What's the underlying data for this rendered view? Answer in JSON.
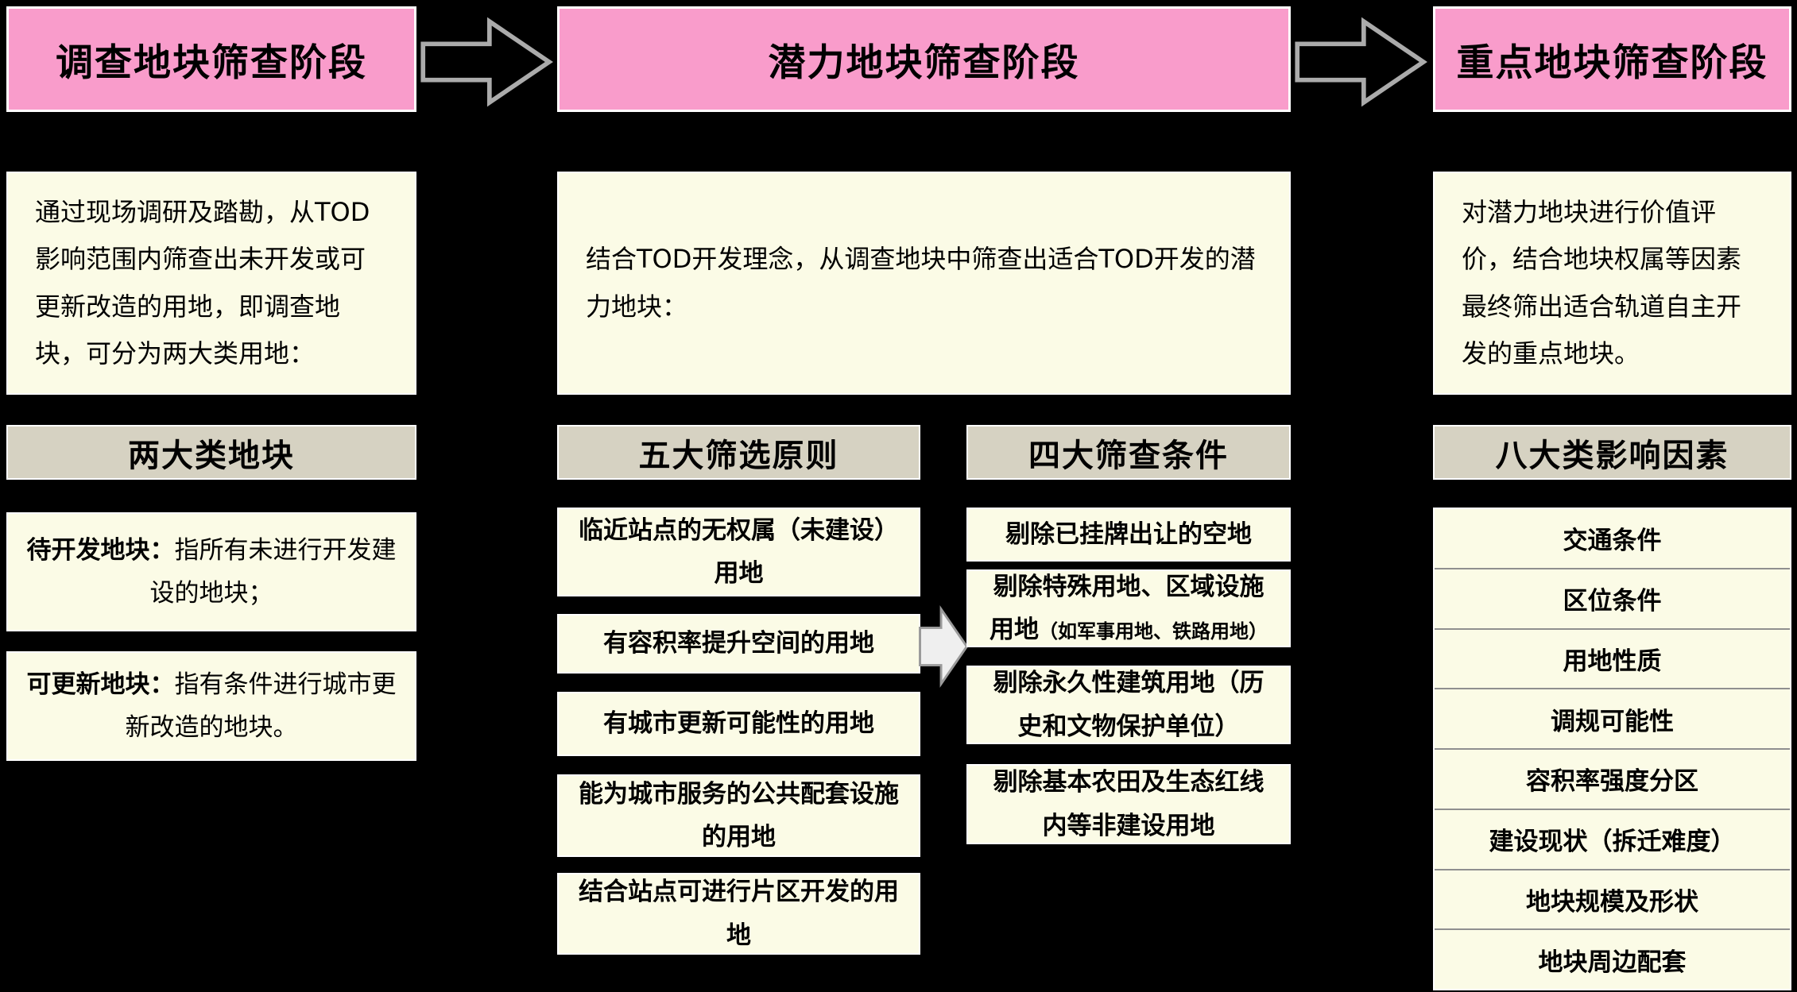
{
  "colors": {
    "background": "#000000",
    "stage_header_pink": "#F99CCB",
    "panel_cream": "#FBFBE6",
    "subheader_tan": "#D6D2C2",
    "divider_gray": "#8F8F8F",
    "arrow_outline": "#ABABAB"
  },
  "stage1": {
    "header": "调查地块筛查阶段",
    "description": "通过现场调研及踏勘，从TOD影响范围内筛查出未开发或可更新改造的用地，即调查地块，可分为两大类用地：",
    "subheader": "两大类地块",
    "items": [
      {
        "label": "待开发地块：",
        "text": "指所有未进行开发建设的地块；"
      },
      {
        "label": "可更新地块：",
        "text": "指有条件进行城市更新改造的地块。"
      }
    ]
  },
  "stage2": {
    "header": "潜力地块筛查阶段",
    "description": "结合TOD开发理念，从调查地块中筛查出适合TOD开发的潜力地块：",
    "principles": {
      "header": "五大筛选原则",
      "items": [
        "临近站点的无权属（未建设）用地",
        "有容积率提升空间的用地",
        "有城市更新可能性的用地",
        "能为城市服务的公共配套设施的用地",
        "结合站点可进行片区开发的用地"
      ]
    },
    "conditions": {
      "header": "四大筛查条件",
      "items": [
        {
          "text": "剔除已挂牌出让的空地",
          "note": ""
        },
        {
          "text": "剔除特殊用地、区域设施用地",
          "note": "（如军事用地、铁路用地）"
        },
        {
          "text": "剔除永久性建筑用地（历史和文物保护单位）",
          "note": ""
        },
        {
          "text": "剔除基本农田及生态红线内等非建设用地",
          "note": ""
        }
      ]
    }
  },
  "stage3": {
    "header": "重点地块筛查阶段",
    "description": "对潜力地块进行价值评价，结合地块权属等因素最终筛出适合轨道自主开发的重点地块。",
    "subheader": "八大类影响因素",
    "factors": [
      "交通条件",
      "区位条件",
      "用地性质",
      "调规可能性",
      "容积率强度分区",
      "建设现状（拆迁难度）",
      "地块规模及形状",
      "地块周边配套"
    ]
  }
}
